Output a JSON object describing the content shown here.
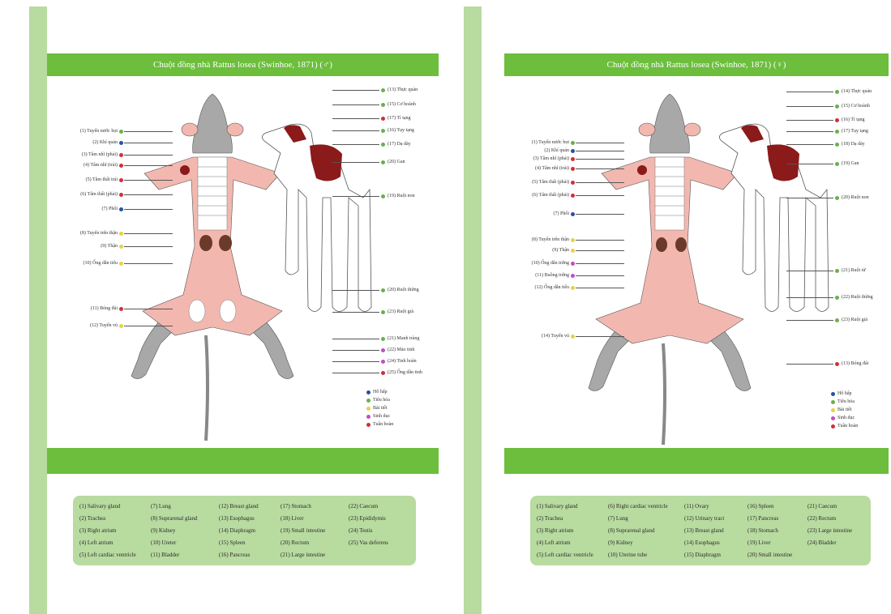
{
  "colors": {
    "strip": "#b8dba0",
    "bar": "#6cbe3c",
    "organ_pink": "#f2b8b0",
    "organ_dark": "#8b1a1a",
    "body_gray": "#a8a8a8",
    "dot_blue": "#2a4fa0",
    "dot_green": "#6ab04c",
    "dot_yellow": "#e6d24a",
    "dot_purple": "#c050c0",
    "dot_red": "#d0303a"
  },
  "left": {
    "title": "Chuột đồng nhà Rattus losea (Swinhoe, 1871) (♂)",
    "labels_left": [
      {
        "text": "(1) Tuyến nước bọt",
        "color": "dot_green"
      },
      {
        "text": "(2) Khí quản",
        "color": "dot_blue"
      },
      {
        "text": "(3) Tâm nhĩ (phải)",
        "color": "dot_red"
      },
      {
        "text": "(4) Tâm nhĩ (trái)",
        "color": "dot_red"
      },
      {
        "text": "(5) Tâm thất trái",
        "color": "dot_red"
      },
      {
        "text": "(6) Tâm thất (phải)",
        "color": "dot_red"
      },
      {
        "text": "(7) Phổi",
        "color": "dot_blue"
      },
      {
        "text": "(8) Tuyến trên thận",
        "color": "dot_yellow"
      },
      {
        "text": "(9) Thận",
        "color": "dot_yellow"
      },
      {
        "text": "(10) Ống dẫn tiểu",
        "color": "dot_yellow"
      },
      {
        "text": "(11) Bóng đái",
        "color": "dot_red"
      },
      {
        "text": "(12) Tuyến vú",
        "color": "dot_yellow"
      }
    ],
    "labels_right": [
      {
        "text": "(13) Thực quản",
        "color": "dot_green"
      },
      {
        "text": "(15) Cơ hoành",
        "color": "dot_green"
      },
      {
        "text": "(17) Tì tạng",
        "color": "dot_red"
      },
      {
        "text": "(16) Tụy tạng",
        "color": "dot_green"
      },
      {
        "text": "(17) Dạ dày",
        "color": "dot_green"
      },
      {
        "text": "(20) Gan",
        "color": "dot_green"
      },
      {
        "text": "(19) Ruột non",
        "color": "dot_green"
      },
      {
        "text": "(20) Ruột thừng",
        "color": "dot_green"
      },
      {
        "text": "(23) Ruột già",
        "color": "dot_green"
      },
      {
        "text": "(21) Manh tràng",
        "color": "dot_green"
      },
      {
        "text": "(22) Mào tinh",
        "color": "dot_purple"
      },
      {
        "text": "(24) Tinh hoàn",
        "color": "dot_purple"
      },
      {
        "text": "(25) Ống dẫn tinh",
        "color": "dot_red"
      }
    ],
    "key": [
      {
        "text": "Hô hấp",
        "color": "dot_blue"
      },
      {
        "text": "Tiêu hóa",
        "color": "dot_green"
      },
      {
        "text": "Bài tiết",
        "color": "dot_yellow"
      },
      {
        "text": "Sinh dục",
        "color": "dot_purple"
      },
      {
        "text": "Tuần hoàn",
        "color": "dot_red"
      }
    ],
    "legend_cols": [
      [
        "(1) Salivary gland",
        "(2) Trachea",
        "(3) Right atrium",
        "(4) Left atrium",
        "(5) Left cardiac ventricle"
      ],
      [
        "(7) Lung",
        "(8) Suprarenal gland",
        "(9) Kidney",
        "(10) Ureter",
        "(11) Bladder"
      ],
      [
        "(12) Breast gland",
        "(13) Esophagus",
        "(14) Diaphragm",
        "(15) Spleen",
        "(16) Pancreas"
      ],
      [
        "(17) Stomach",
        "(18) Liver",
        "(19) Small intestine",
        "(20) Rectum",
        "(21) Large intestine"
      ],
      [
        "(22) Caecum",
        "(23) Epididymis",
        "(24) Testis",
        "(25) Vas deferens"
      ]
    ]
  },
  "right": {
    "title": "Chuột đồng nhà Rattus losea (Swinhoe, 1871) (♀)",
    "labels_left": [
      {
        "text": "(1) Tuyến nước bọt",
        "color": "dot_green"
      },
      {
        "text": "(2) Khí quản",
        "color": "dot_blue"
      },
      {
        "text": "(3) Tâm nhĩ (phải)",
        "color": "dot_red"
      },
      {
        "text": "(4) Tâm nhĩ (trái)",
        "color": "dot_red"
      },
      {
        "text": "(5) Tâm thất (phải)",
        "color": "dot_red"
      },
      {
        "text": "(6) Tâm thất (phải)",
        "color": "dot_red"
      },
      {
        "text": "(7) Phổi",
        "color": "dot_blue"
      },
      {
        "text": "(8) Tuyến trên thận",
        "color": "dot_yellow"
      },
      {
        "text": "(9) Thận",
        "color": "dot_yellow"
      },
      {
        "text": "(10) Ống dẫn trứng",
        "color": "dot_purple"
      },
      {
        "text": "(11) Buồng trứng",
        "color": "dot_purple"
      },
      {
        "text": "(12) Ống dẫn tiểu",
        "color": "dot_yellow"
      },
      {
        "text": "(14) Tuyến vú",
        "color": "dot_yellow"
      }
    ],
    "labels_right": [
      {
        "text": "(14) Thực quản",
        "color": "dot_green"
      },
      {
        "text": "(15) Cơ hoành",
        "color": "dot_green"
      },
      {
        "text": "(16) Tì tạng",
        "color": "dot_red"
      },
      {
        "text": "(17) Tụy tạng",
        "color": "dot_green"
      },
      {
        "text": "(18) Dạ dày",
        "color": "dot_green"
      },
      {
        "text": "(19) Gan",
        "color": "dot_green"
      },
      {
        "text": "(20) Ruột non",
        "color": "dot_green"
      },
      {
        "text": "(21) Ruột tử",
        "color": "dot_green"
      },
      {
        "text": "(22) Ruột thừng",
        "color": "dot_green"
      },
      {
        "text": "(23) Ruột già",
        "color": "dot_green"
      },
      {
        "text": "(13) Bóng đái",
        "color": "dot_red"
      }
    ],
    "key": [
      {
        "text": "Hô hấp",
        "color": "dot_blue"
      },
      {
        "text": "Tiêu hóa",
        "color": "dot_green"
      },
      {
        "text": "Bài tiết",
        "color": "dot_yellow"
      },
      {
        "text": "Sinh dục",
        "color": "dot_purple"
      },
      {
        "text": "Tuần hoàn",
        "color": "dot_red"
      }
    ],
    "legend_cols": [
      [
        "(1) Salivary gland",
        "(2) Trachea",
        "(3) Right atrium",
        "(4) Left atrium",
        "(5) Left cardiac ventricle"
      ],
      [
        "(6) Right cardiac ventricle",
        "(7) Lung",
        "(8) Suprarenal gland",
        "(9) Kidney",
        "(10) Uterine tube"
      ],
      [
        "(11) Ovary",
        "(12) Urinary tract",
        "(13) Breast gland",
        "(14) Esophagus",
        "(15) Diaphragm"
      ],
      [
        "(16) Spleen",
        "(17) Pancreas",
        "(18) Stomach",
        "(19) Liver",
        "(20) Small intestine"
      ],
      [
        "(21) Caecum",
        "(22) Rectum",
        "(23) Large intestine",
        "(24) Bladder"
      ]
    ]
  }
}
